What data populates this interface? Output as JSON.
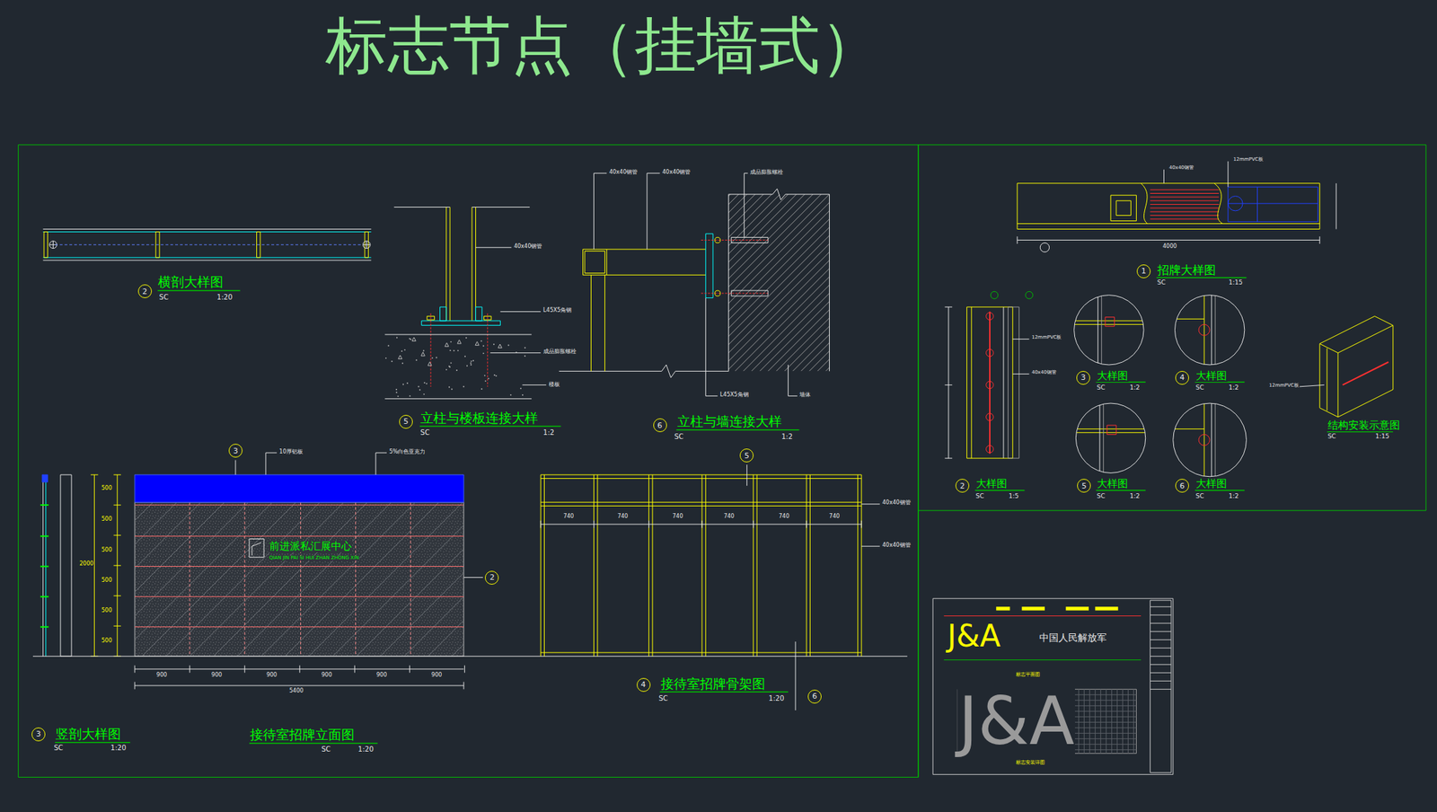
{
  "diagram": {
    "title": "标志节点（挂墙式）",
    "nodes": [
      {
        "text": [
          "2"
        ]
      },
      {
        "text": [
          "5"
        ]
      },
      {
        "text": [
          "6"
        ]
      },
      {
        "text": [
          "3"
        ]
      },
      {
        "text": [
          "5"
        ]
      },
      {
        "text": [
          "2"
        ]
      },
      {
        "text": [
          "4"
        ]
      },
      {
        "text": [
          "6"
        ]
      },
      {
        "text": [
          "3"
        ]
      },
      {
        "text": [
          "1"
        ]
      },
      {
        "text": [
          "3"
        ]
      },
      {
        "text": [
          "4"
        ]
      },
      {
        "text": [
          "2"
        ]
      },
      {
        "text": [
          "5"
        ]
      },
      {
        "text": [
          "6"
        ]
      }
    ],
    "labels": [
      "横剖大样图",
      "SC",
      "1:20",
      "40x40钢管",
      "L45X5角钢",
      "成品膨胀螺栓",
      "楼板",
      "立柱与楼板连接大样",
      "SC",
      "1:2",
      "40x40钢管",
      "40x40钢管",
      "成品膨胀螺栓",
      "L45X5角钢",
      "墙体",
      "立柱与墙连接大样",
      "SC",
      "1:2",
      "10厚铝板",
      "5%白色亚克力",
      "前进派私汇展中心",
      "QIAN JIN PAI SI HUI ZHAN ZHONG XIN",
      "500",
      "500",
      "500",
      "500",
      "500",
      "500",
      "2000",
      "900",
      "900",
      "900",
      "900",
      "900",
      "900",
      "5400",
      "740",
      "740",
      "740",
      "740",
      "740",
      "740",
      "40x40钢管",
      "40x40钢管",
      "接待室招牌骨架图",
      "SC",
      "1:20",
      "竖剖大样图",
      "SC",
      "1:20",
      "接待室招牌立面图",
      "SC",
      "1:20",
      "40x40钢管",
      "12mmPVC板",
      "4000",
      "招牌大样图",
      "SC",
      "1:15",
      "12mmPVC板",
      "40x40钢管",
      "大样图",
      "SC",
      "1:2",
      "大样图",
      "SC",
      "1:2",
      "大样图",
      "SC",
      "1:5",
      "大样图",
      "SC",
      "1:2",
      "大样图",
      "SC",
      "1:2",
      "12mmPVC板",
      "结构安装示意图",
      "SC",
      "1:15",
      "J&A",
      "中国人民解放军",
      "标志平面图",
      "J&A",
      "标志安装详图"
    ]
  }
}
